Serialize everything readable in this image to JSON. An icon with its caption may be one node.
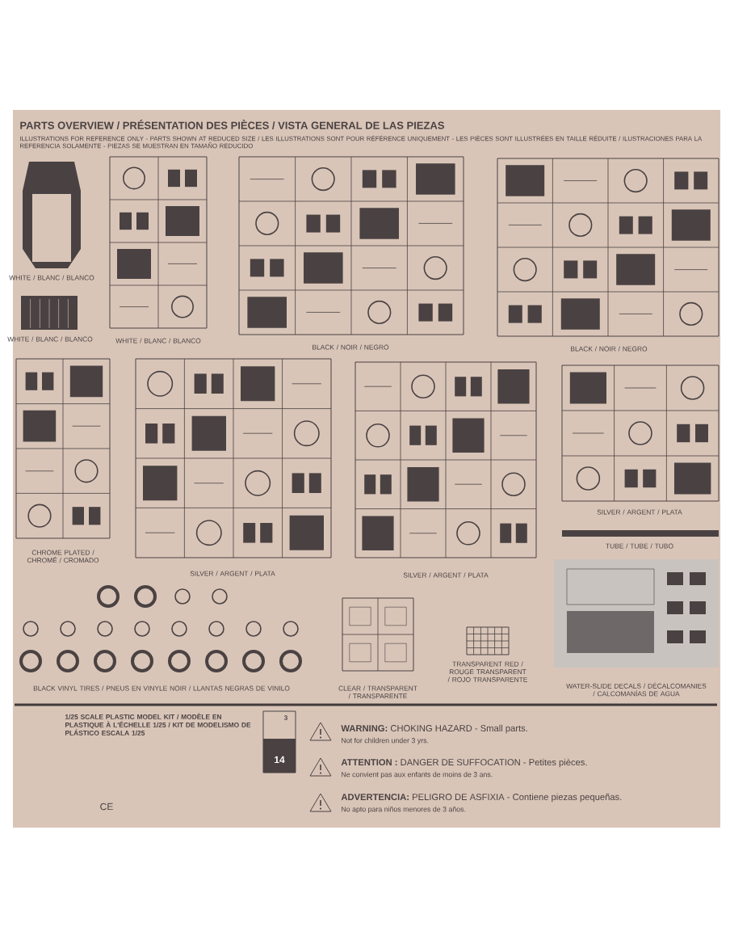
{
  "diagram": {
    "title": "PARTS OVERVIEW / PRÉSENTATION DES PIÈCES / VISTA GENERAL DE LAS PIEZAS",
    "nodes": [
      {
        "text": [],
        "shape": "picture",
        "beside": [
          "WHITE / BLANC / BLANCO"
        ]
      },
      {
        "text": [],
        "shape": "picture",
        "beside": [
          "WHITE / BLANC / BLANCO"
        ]
      },
      {
        "text": [],
        "shape": "picture",
        "beside": [
          "WHITE / BLANC / BLANCO"
        ]
      },
      {
        "text": [],
        "shape": "picture",
        "beside": [
          "BLACK / NOIR / NEGRO"
        ]
      },
      {
        "text": [],
        "shape": "picture",
        "beside": [
          "BLACK / NOIR / NEGRO"
        ]
      },
      {
        "text": [],
        "shape": "picture",
        "beside": [
          "CHROME PLATED / CHROMÉ / CROMADO"
        ]
      },
      {
        "text": [],
        "shape": "picture",
        "beside": [
          "SILVER / ARGENT / PLATA"
        ]
      },
      {
        "text": [],
        "shape": "picture",
        "beside": [
          "SILVER / ARGENT / PLATA"
        ]
      },
      {
        "text": [],
        "shape": "picture",
        "beside": [
          "SILVER / ARGENT / PLATA"
        ]
      },
      {
        "text": [],
        "shape": "bar",
        "beside": [
          "TUBE / TUBE / TUBO"
        ]
      },
      {
        "text": [],
        "shape": "picture",
        "beside": [
          "BLACK VINYL TIRES / PNEUS EN VINYLE NOIR / LLANTAS NEGRAS DE VINILO"
        ]
      },
      {
        "text": [],
        "shape": "picture",
        "beside": [
          "CLEAR / TRANSPARENT / TRANSPARENTE"
        ]
      },
      {
        "text": [],
        "shape": "picture",
        "beside": [
          "TRANSPARENT RED / ROUGE TRANSPARENT / ROJO TRANSPARENTE"
        ]
      },
      {
        "text": [],
        "shape": "picture",
        "beside": [
          "WATER-SLIDE DECALS / DÉCALCOMANIES / CALCOMANÍAS DE AGUA"
        ]
      }
    ],
    "labels": [
      "ILLUSTRATIONS FOR REFERENCE ONLY - PARTS SHOWN AT REDUCED SIZE / LES ILLUSTRATIONS SONT POUR RÉFÉRENCE UNIQUEMENT - LES PIÈCES SONT ILLUSTRÉES EN TAILLE RÉDUITE / ILUSTRACIONES PARA LA REFERENCIA SOLAMENTE - PIEZAS SE MUESTRAN EN TAMAÑO REDUCIDO",
      "1/25 SCALE PLASTIC MODEL KIT / MODÈLE EN PLASTIQUE À L'ÉCHELLE 1/25 / KIT DE MODELISMO DE PLÁSTICO ESCALA 1/25",
      "3",
      "14",
      "CE",
      "**WARNING:** CHOKING HAZARD - Small parts.",
      "Not for children under 3 yrs.",
      "**ATTENTION :** DANGER DE SUFFOCATION - Petites pièces.",
      "Ne convient pas aux enfants de moins de 3 ans.",
      "**ADVERTENCIA:** PELIGRO DE ASFIXIA - Contiene piezas pequeñas.",
      "No apto para niños menores de 3 años."
    ]
  }
}
